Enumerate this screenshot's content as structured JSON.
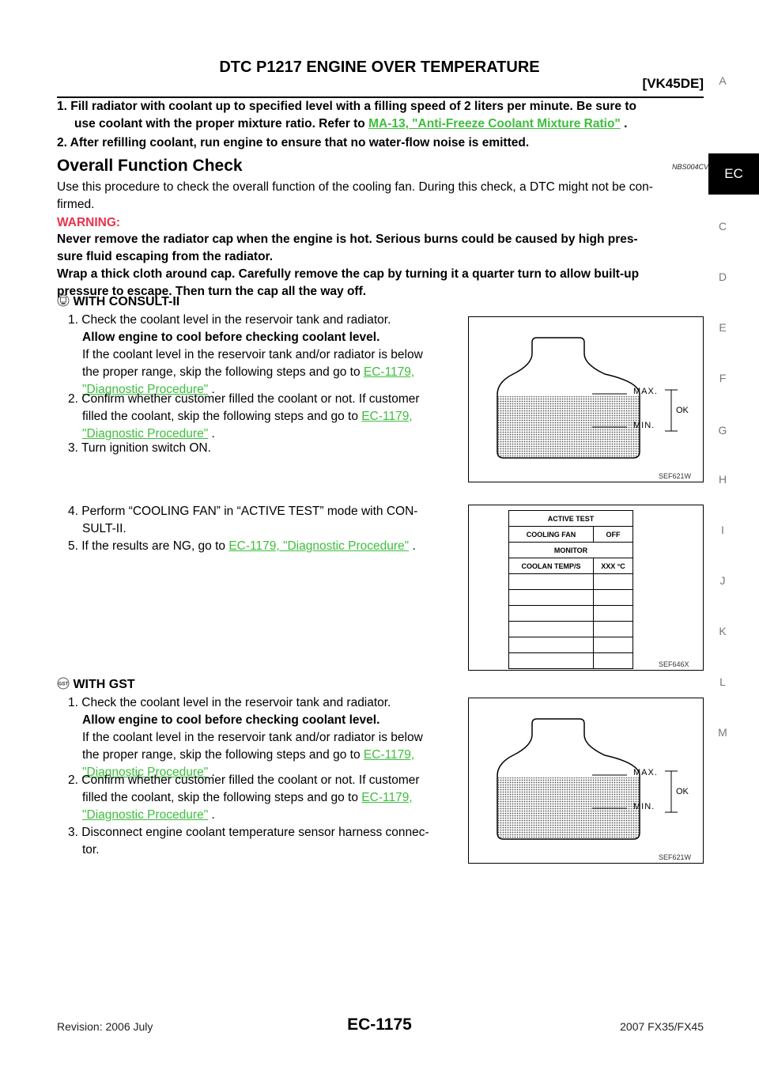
{
  "header": {
    "title": "DTC P1217 ENGINE OVER TEMPERATURE",
    "subtitle": "[VK45DE]"
  },
  "side_index": {
    "letters": [
      "A",
      "EC",
      "C",
      "D",
      "E",
      "F",
      "G",
      "H",
      "I",
      "J",
      "K",
      "L",
      "M"
    ],
    "active": "EC"
  },
  "intro_steps": [
    {
      "num": "1.",
      "text": "Fill radiator with coolant up to specified level with a filling speed of 2 liters per minute. Be sure to",
      "text2": "use coolant with the proper mixture ratio. Refer to",
      "link": "MA-13, \"Anti-Freeze Coolant Mixture Ratio\"",
      "tail": "."
    },
    {
      "num": "2.",
      "text": "After refilling coolant, run engine to ensure that no water-flow noise is emitted."
    }
  ],
  "section": {
    "heading": "Overall Function Check",
    "ref": "NBS004CV",
    "desc_l1": "Use this procedure to check the overall function of the cooling fan. During this check, a DTC might not be con-",
    "desc_l2": "firmed.",
    "warning_label": "WARNING:",
    "warning_lines": [
      "Never remove the radiator cap when the engine is hot. Serious burns could be caused by high pres-",
      "sure fluid escaping from the radiator.",
      "Wrap a thick cloth around cap. Carefully remove the cap by turning it a quarter turn to allow built-up",
      "pressure to escape. Then turn the cap all the way off."
    ]
  },
  "consult": {
    "heading": "WITH CONSULT-II",
    "step1": {
      "num": "1.",
      "l1": "Check the coolant level in the reservoir tank and radiator.",
      "l2": "Allow engine to cool before checking coolant level.",
      "l3": "If the coolant level in the reservoir tank and/or radiator is below",
      "l4": "the proper range, skip the following steps and go to",
      "link1": "EC-1179,",
      "link2": "\"Diagnostic Procedure\"",
      "tail": "."
    },
    "step2": {
      "num": "2.",
      "l1": "Confirm whether customer filled the coolant or not. If customer",
      "l2": "filled the coolant, skip the following steps and go to",
      "link1": "EC-1179,",
      "link2": "\"Diagnostic Procedure\"",
      "tail": "."
    },
    "step3": {
      "num": "3.",
      "l1": "Turn ignition switch ON."
    },
    "step4": {
      "num": "4.",
      "l1": "Perform “COOLING FAN” in “ACTIVE TEST” mode with CON-",
      "l2": "SULT-II."
    },
    "step5": {
      "num": "5.",
      "l1": "If the results are NG, go to",
      "link": "EC-1179, \"Diagnostic Procedure\"",
      "tail": "."
    }
  },
  "gst": {
    "heading": "WITH GST",
    "step1": {
      "num": "1.",
      "l1": "Check the coolant level in the reservoir tank and radiator.",
      "l2": "Allow engine to cool before checking coolant level.",
      "l3": "If the coolant level in the reservoir tank and/or radiator is below",
      "l4": "the proper range, skip the following steps and go to",
      "link1": "EC-1179,",
      "link2": "\"Diagnostic Procedure\"",
      "tail": "."
    },
    "step2": {
      "num": "2.",
      "l1": "Confirm whether customer filled the coolant or not. If customer",
      "l2": "filled the coolant, skip the following steps and go to",
      "link1": "EC-1179,",
      "link2": "\"Diagnostic Procedure\"",
      "tail": "."
    },
    "step3": {
      "num": "3.",
      "l1": "Disconnect engine coolant temperature sensor harness connec-",
      "l2": "tor."
    }
  },
  "figures": {
    "tank1": {
      "max": "MAX.",
      "min": "MIN.",
      "ok": "OK",
      "caption": "SEF621W"
    },
    "tank2": {
      "max": "MAX.",
      "min": "MIN.",
      "ok": "OK",
      "caption": "SEF621W"
    },
    "monitor": {
      "caption": "SEF646X",
      "active_test": "ACTIVE TEST",
      "fan_label": "COOLING FAN",
      "fan_value": "OFF",
      "monitor_label": "MONITOR",
      "temp_label": "COOLAN TEMP/S",
      "temp_value": "XXX °C"
    }
  },
  "footer": {
    "revision": "Revision: 2006 July",
    "page": "EC-1175",
    "model": "2007 FX35/FX45"
  },
  "colors": {
    "link": "#3cbf3c",
    "warning": "#e8334a",
    "tab_bg": "#000000"
  }
}
